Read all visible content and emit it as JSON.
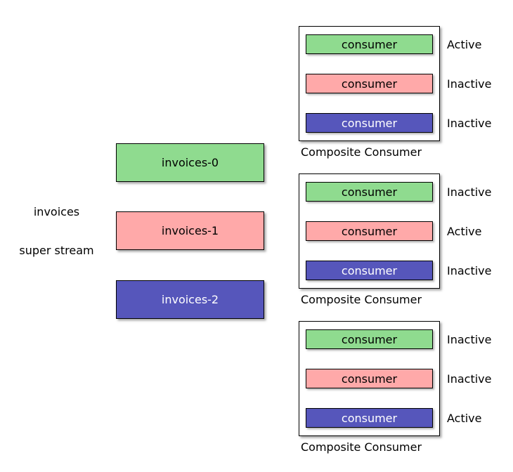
{
  "stream": {
    "title": "invoices",
    "subtitle": "super stream"
  },
  "colors": {
    "partition_green": "#8FDB8F",
    "partition_pink": "#FFA9A9",
    "partition_blue": "#5656BB",
    "border": "#000000"
  },
  "partitions": [
    {
      "name": "invoices-0",
      "color": "#8FDB8F",
      "text_color": "#000000"
    },
    {
      "name": "invoices-1",
      "color": "#FFA9A9",
      "text_color": "#000000"
    },
    {
      "name": "invoices-2",
      "color": "#5656BB",
      "text_color": "#FFFFFF"
    }
  ],
  "groups": [
    {
      "label": "Composite Consumer",
      "consumers": [
        {
          "name": "consumer",
          "color": "#8FDB8F",
          "text_color": "#000000",
          "state": "Active"
        },
        {
          "name": "consumer",
          "color": "#FFA9A9",
          "text_color": "#000000",
          "state": "Inactive"
        },
        {
          "name": "consumer",
          "color": "#5656BB",
          "text_color": "#FFFFFF",
          "state": "Inactive"
        }
      ]
    },
    {
      "label": "Composite Consumer",
      "consumers": [
        {
          "name": "consumer",
          "color": "#8FDB8F",
          "text_color": "#000000",
          "state": "Inactive"
        },
        {
          "name": "consumer",
          "color": "#FFA9A9",
          "text_color": "#000000",
          "state": "Active"
        },
        {
          "name": "consumer",
          "color": "#5656BB",
          "text_color": "#FFFFFF",
          "state": "Inactive"
        }
      ]
    },
    {
      "label": "Composite Consumer",
      "consumers": [
        {
          "name": "consumer",
          "color": "#8FDB8F",
          "text_color": "#000000",
          "state": "Inactive"
        },
        {
          "name": "consumer",
          "color": "#FFA9A9",
          "text_color": "#000000",
          "state": "Inactive"
        },
        {
          "name": "consumer",
          "color": "#5656BB",
          "text_color": "#FFFFFF",
          "state": "Active"
        }
      ]
    }
  ]
}
